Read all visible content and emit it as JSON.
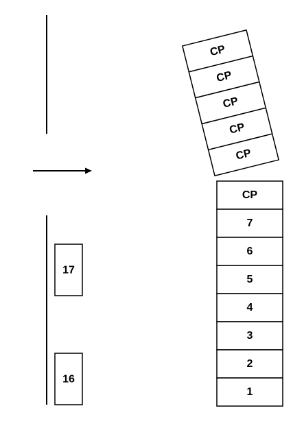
{
  "diagram": {
    "angled_row": [
      "CP",
      "CP",
      "CP",
      "CP",
      "CP"
    ],
    "straight_row": [
      "CP",
      "7",
      "6",
      "5",
      "4",
      "3",
      "2",
      "1"
    ],
    "left_stalls": [
      "17",
      "16"
    ]
  },
  "colors": {
    "stroke": "#000000",
    "fill": "#ffffff"
  }
}
